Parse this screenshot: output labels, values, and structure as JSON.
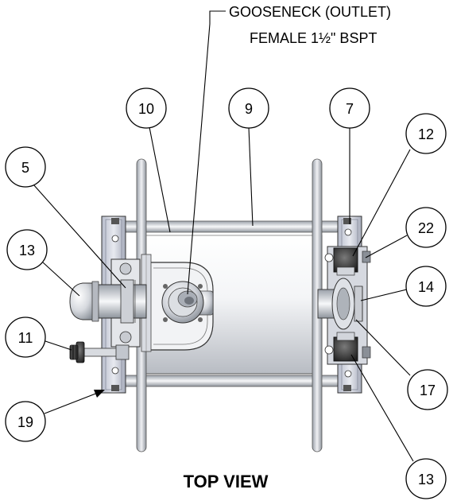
{
  "outlet_label": {
    "line1": "GOOSENECK (OUTLET)",
    "line2": "FEMALE 1½\" BSPT"
  },
  "view_title": "TOP VIEW",
  "callouts": [
    "10",
    "9",
    "7",
    "12",
    "5",
    "22",
    "13",
    "14",
    "11",
    "17",
    "19",
    "13"
  ],
  "colors": {
    "steel_light": "#e6e8ec",
    "steel_mid": "#b9bdc4",
    "steel_dark": "#6f747c",
    "frame_blue": "#c9cedd",
    "black_part": "#2a2a2a"
  },
  "icons": [
    "hose-reel-drawing"
  ]
}
